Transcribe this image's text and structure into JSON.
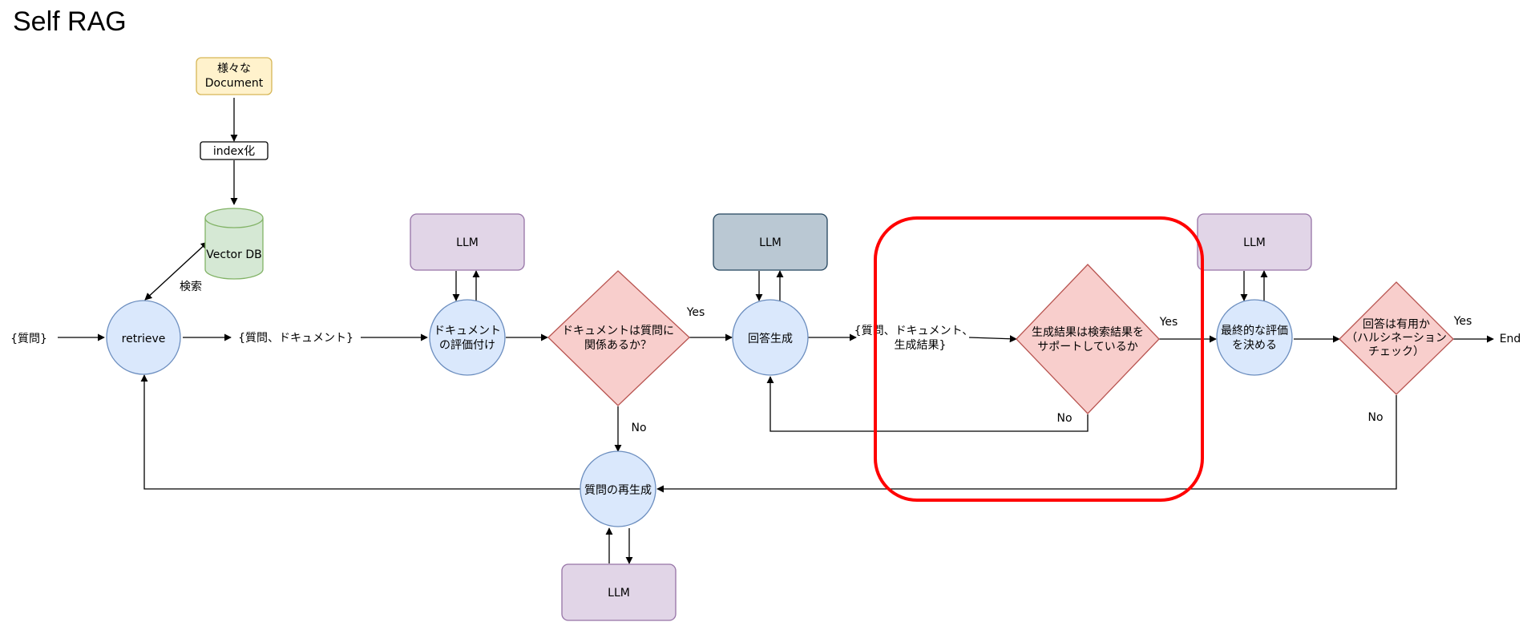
{
  "title": "Self RAG",
  "nodes": {
    "docs": {
      "line1": "様々な",
      "line2": "Document"
    },
    "index": {
      "label": "index化"
    },
    "vectordb": {
      "label": "Vector DB"
    },
    "retrieve": {
      "label": "retrieve"
    },
    "llm_grade": {
      "label": "LLM"
    },
    "llm_generate": {
      "label": "LLM"
    },
    "llm_final": {
      "label": "LLM"
    },
    "llm_rewrite": {
      "label": "LLM"
    },
    "grade": {
      "line1": "ドキュメント",
      "line2": "の評価付け"
    },
    "relevant": {
      "line1": "ドキュメントは質問に",
      "line2": "関係あるか？"
    },
    "generate": {
      "label": "回答生成"
    },
    "supported": {
      "line1": "生成結果は検索結果を",
      "line2": "サポートしているか"
    },
    "final": {
      "line1": "最終的な評価",
      "line2": "を決める"
    },
    "useful": {
      "line1": "回答は有用か",
      "line2": "（ハルシネーション",
      "line3": "チェック）"
    },
    "rewrite": {
      "label": "質問の再生成"
    }
  },
  "labels": {
    "question": "{質問}",
    "search": "検索",
    "question_docs": "{質問、ドキュメント}",
    "qdg_line1": "{質問、ドキュメント、",
    "qdg_line2": "生成結果}",
    "yes1": "Yes",
    "no1": "No",
    "yes2": "Yes",
    "no2": "No",
    "yes3": "Yes",
    "no3": "No",
    "end": "End"
  },
  "colors": {
    "doc_fill": "#fff2cc",
    "doc_stroke": "#d6b656",
    "db_fill": "#d5e8d4",
    "db_stroke": "#82b366",
    "circle_fill": "#dae8fc",
    "circle_stroke": "#6c8ebf",
    "llm_fill": "#e1d5e7",
    "llm_stroke": "#9673a6",
    "llm_gen_fill": "#bac8d3",
    "llm_gen_stroke": "#23445d",
    "diamond_fill": "#f8cecc",
    "diamond_stroke": "#b85450",
    "highlight": "#ff0000"
  }
}
